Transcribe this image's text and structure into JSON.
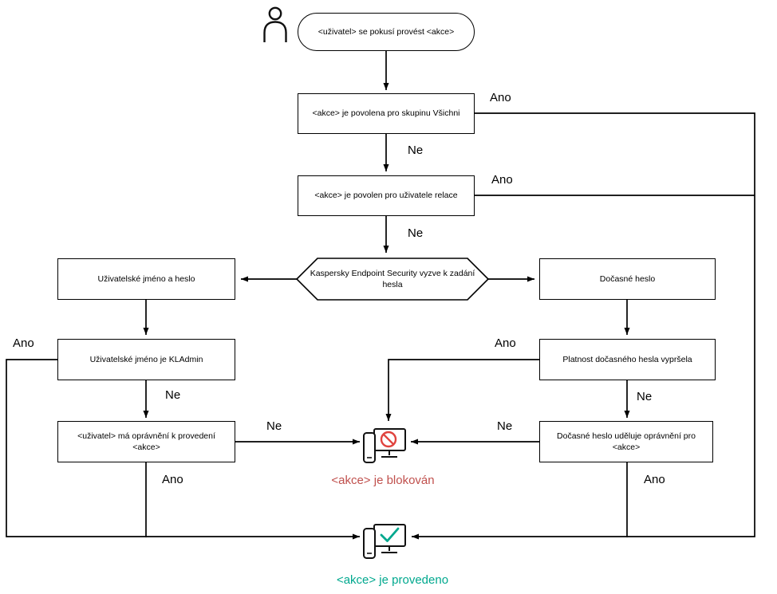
{
  "diagram": {
    "type": "flowchart",
    "nodes": {
      "start": {
        "label": "<uživatel> se pokusí provést <akce>",
        "shape": "oval"
      },
      "allowed_all": {
        "label": "<akce> je povolena pro skupinu Všichni",
        "shape": "rect"
      },
      "allowed_session": {
        "label": "<akce> je povolen pro uživatele relace",
        "shape": "rect"
      },
      "kes_prompt": {
        "label": "Kaspersky Endpoint Security vyzve k zadání hesla",
        "shape": "hexagon"
      },
      "username_password": {
        "label": "Uživatelské jméno a heslo",
        "shape": "rect"
      },
      "temp_password": {
        "label": "Dočasné heslo",
        "shape": "rect"
      },
      "username_kladmin": {
        "label": "Uživatelské jméno je KLAdmin",
        "shape": "rect"
      },
      "temp_expired": {
        "label": "Platnost dočasného hesla vypršela",
        "shape": "rect"
      },
      "user_has_permission": {
        "label": "<uživatel> má oprávnění k provedení <akce>",
        "shape": "rect"
      },
      "temp_grants": {
        "label": "Dočasné heslo uděluje oprávnění pro <akce>",
        "shape": "rect"
      },
      "blocked": {
        "label": "<akce> je blokován",
        "color": "#c0504d"
      },
      "done": {
        "label": "<akce> je provedeno",
        "color": "#00a88e"
      }
    },
    "edge_labels": {
      "yes": "Ano",
      "no": "Ne"
    },
    "edges": [
      {
        "from": "start",
        "to": "allowed_all",
        "label": ""
      },
      {
        "from": "allowed_all",
        "to": "done",
        "label": "Ano"
      },
      {
        "from": "allowed_all",
        "to": "allowed_session",
        "label": "Ne"
      },
      {
        "from": "allowed_session",
        "to": "done",
        "label": "Ano"
      },
      {
        "from": "allowed_session",
        "to": "kes_prompt",
        "label": "Ne"
      },
      {
        "from": "kes_prompt",
        "to": "username_password",
        "label": ""
      },
      {
        "from": "kes_prompt",
        "to": "temp_password",
        "label": ""
      },
      {
        "from": "username_password",
        "to": "username_kladmin",
        "label": ""
      },
      {
        "from": "username_kladmin",
        "to": "done",
        "label": "Ano"
      },
      {
        "from": "username_kladmin",
        "to": "user_has_permission",
        "label": "Ne"
      },
      {
        "from": "user_has_permission",
        "to": "blocked",
        "label": "Ne"
      },
      {
        "from": "user_has_permission",
        "to": "done",
        "label": "Ano"
      },
      {
        "from": "temp_password",
        "to": "temp_expired",
        "label": ""
      },
      {
        "from": "temp_expired",
        "to": "blocked",
        "label": "Ano"
      },
      {
        "from": "temp_expired",
        "to": "temp_grants",
        "label": "Ne"
      },
      {
        "from": "temp_grants",
        "to": "blocked",
        "label": "Ne"
      },
      {
        "from": "temp_grants",
        "to": "done",
        "label": "Ano"
      }
    ]
  },
  "colors": {
    "line": "#000000",
    "box_border": "#000000",
    "blocked_badge": "#e0433e",
    "blocked_text": "#c0504d",
    "done_check": "#00a88e",
    "done_text": "#00a88e"
  }
}
